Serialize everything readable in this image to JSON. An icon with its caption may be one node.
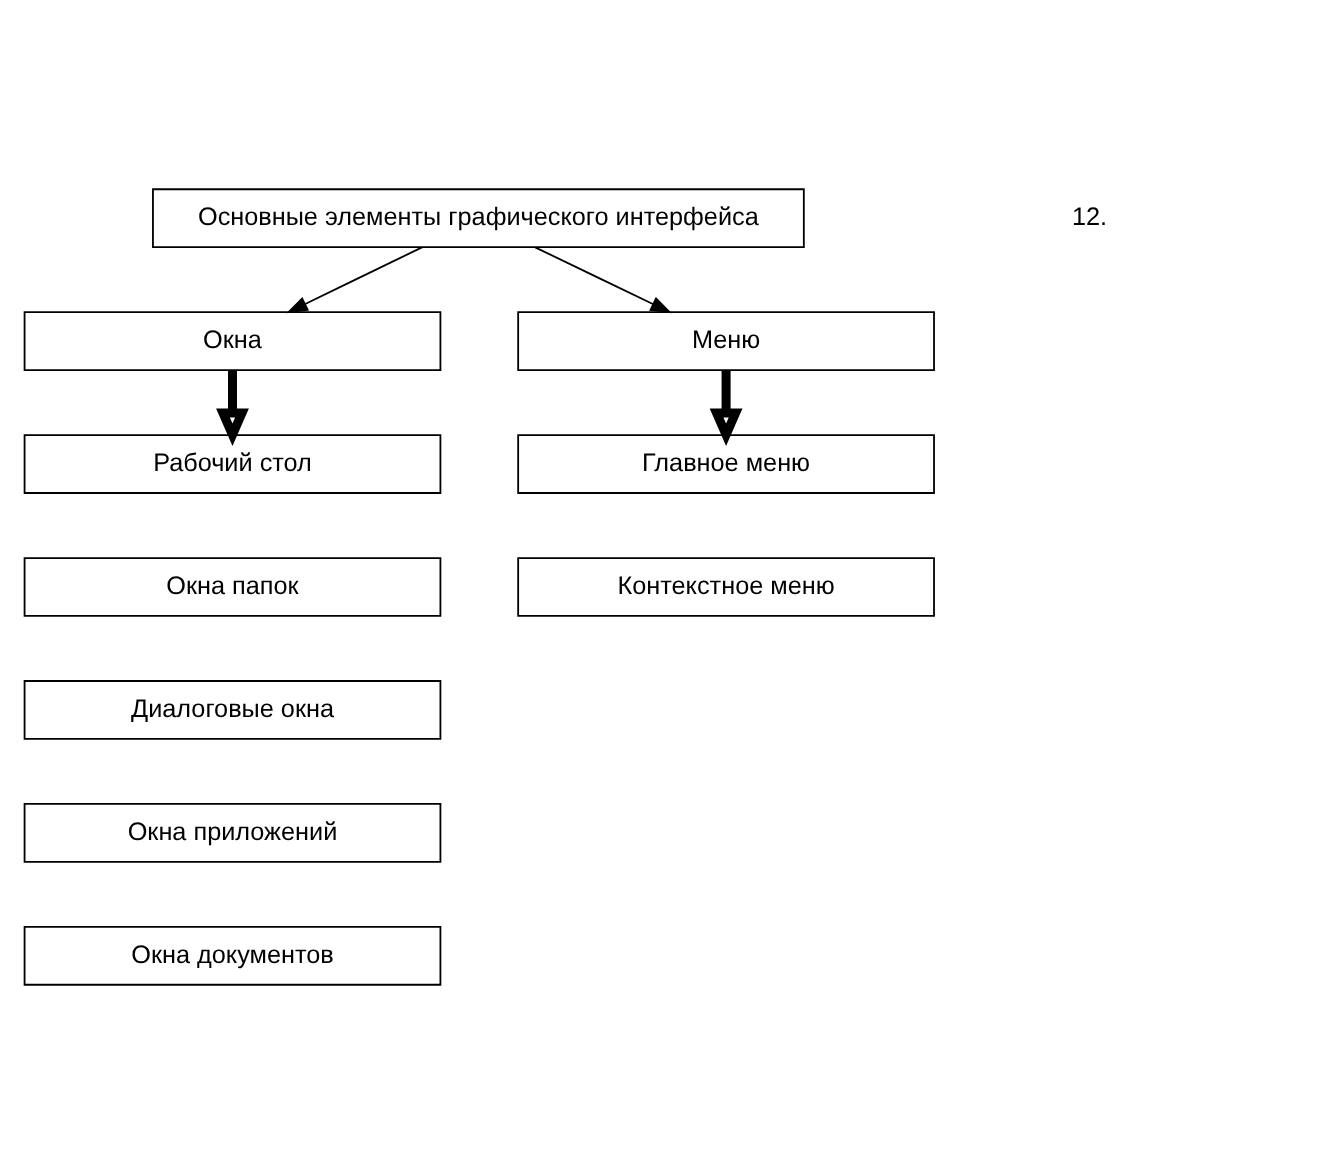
{
  "diagram": {
    "nodes": [
      {
        "text": [
          "Основные элементы графического интерфейса"
        ]
      },
      {
        "text": [
          "Окна"
        ]
      },
      {
        "text": [
          "Меню"
        ]
      },
      {
        "text": [
          "Рабочий стол"
        ]
      },
      {
        "text": [
          "Окна папок"
        ]
      },
      {
        "text": [
          "Диалоговые окна"
        ]
      },
      {
        "text": [
          "Окна приложений"
        ]
      },
      {
        "text": [
          "Окна документов"
        ]
      },
      {
        "text": [
          "Главное меню"
        ]
      },
      {
        "text": [
          "Контекстное меню"
        ]
      }
    ],
    "edges": [
      {
        "from": 0,
        "to": 1,
        "arrow": "to"
      },
      {
        "from": 0,
        "to": 2,
        "arrow": "to"
      },
      {
        "from": 1,
        "to": 3,
        "arrow": "to",
        "style": "thick"
      },
      {
        "from": 2,
        "to": 8,
        "arrow": "to",
        "style": "thick"
      }
    ],
    "labels": [
      "12."
    ]
  }
}
